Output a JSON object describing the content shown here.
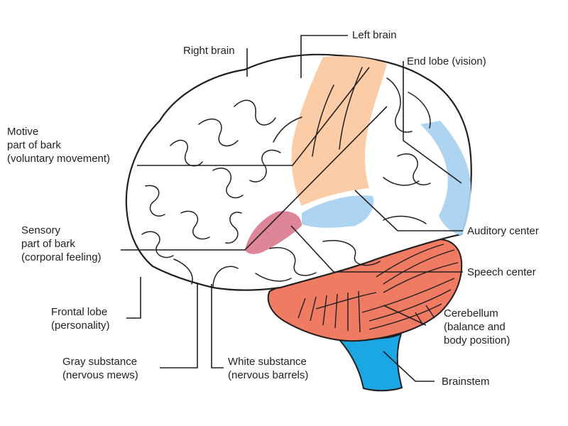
{
  "labels": {
    "right_brain": [
      "Right brain"
    ],
    "left_brain": [
      "Left brain"
    ],
    "end_lobe": [
      "End lobe (vision)"
    ],
    "motive": [
      "Motive",
      "part of bark",
      "(voluntary movement)"
    ],
    "sensory": [
      "Sensory",
      "part of bark",
      "(corporal feeling)"
    ],
    "frontal_lobe": [
      "Frontal lobe",
      "(personality)"
    ],
    "gray_substance": [
      "Gray substance",
      "(nervous mews)"
    ],
    "white_substance": [
      "White substance",
      "(nervous barrels)"
    ],
    "auditory_center": [
      "Auditory center"
    ],
    "speech_center": [
      "Speech center"
    ],
    "cerebellum": [
      "Cerebellum",
      "(balance and",
      "body position)"
    ],
    "brainstem": [
      "Brainstem"
    ]
  },
  "colors": {
    "motor_area": "#fbc9a0",
    "vision_area": "#a9d2ef",
    "auditory_area": "#a9d2ef",
    "speech_area": "#dd7e92",
    "cerebellum": "#ef7b63",
    "brainstem": "#1aa7e4",
    "outline": "#231f20"
  }
}
